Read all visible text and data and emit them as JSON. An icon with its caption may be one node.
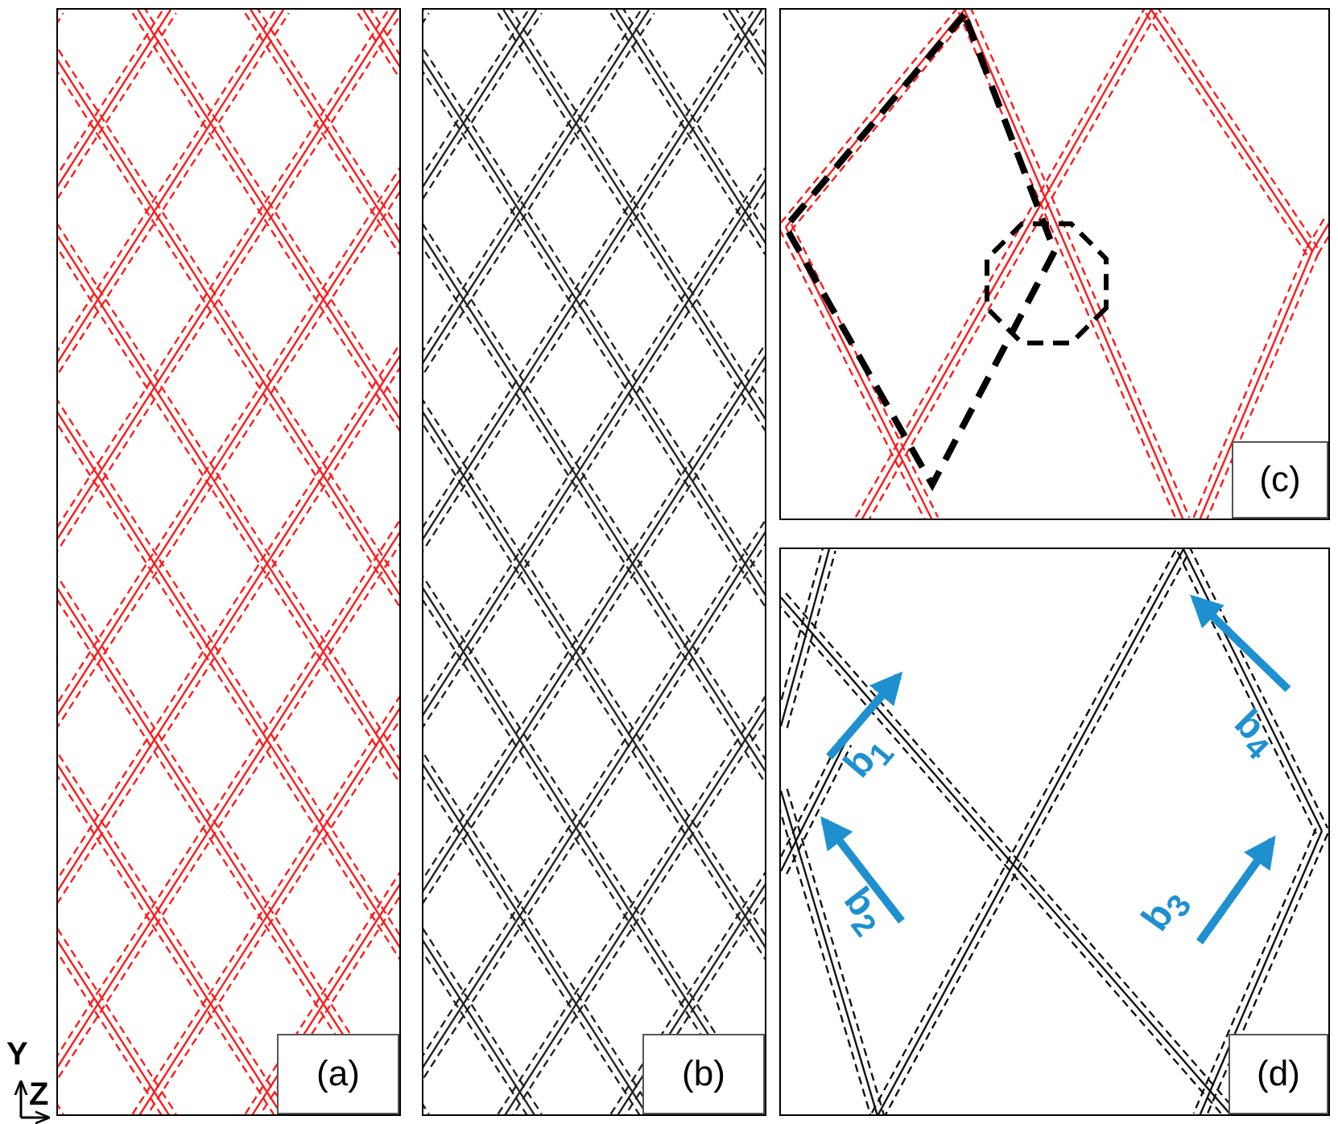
{
  "diagram": {
    "nodes": [
      {
        "text": [
          "(a)"
        ]
      },
      {
        "text": [
          "(b)"
        ]
      },
      {
        "text": [
          "(c)"
        ]
      },
      {
        "text": [
          "(d)"
        ]
      }
    ],
    "edges": [],
    "labels": [
      "b$_{1}$",
      "b$_{4}$",
      "b$_{2}$",
      "b$_{3}$",
      "Y",
      "Z"
    ]
  }
}
